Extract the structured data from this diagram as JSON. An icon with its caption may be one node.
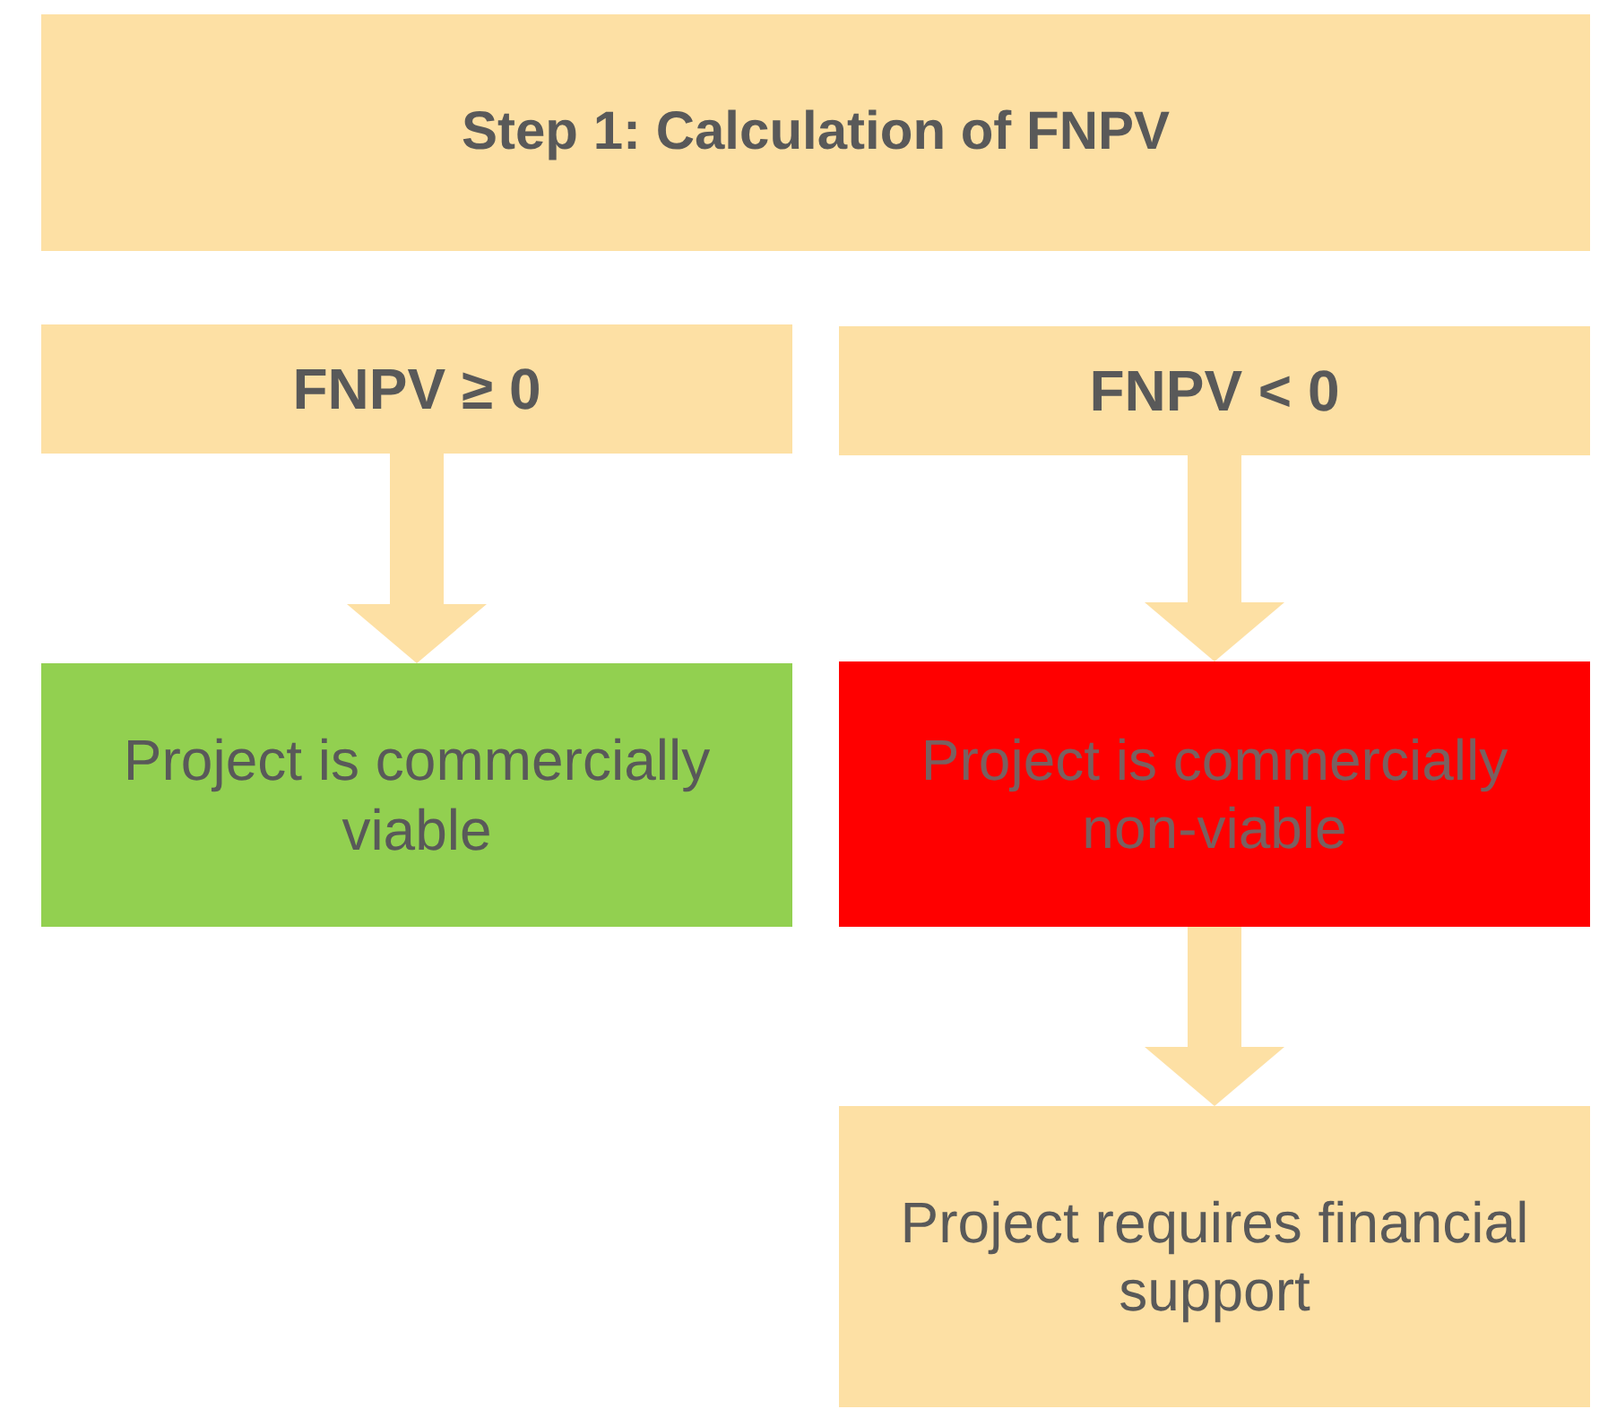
{
  "diagram": {
    "nodes": [
      {
        "text": [
          "Step 1: Calculation of FNPV"
        ]
      },
      {
        "text": [
          "FNPV ≥ 0"
        ]
      },
      {
        "text": [
          "FNPV < 0"
        ]
      },
      {
        "text": [
          "Project is commercially viable"
        ]
      },
      {
        "text": [
          "Project is commercially non-viable"
        ]
      },
      {
        "text": [
          "Project requires financial support"
        ]
      }
    ],
    "edges": [
      {
        "from": 1,
        "to": 3,
        "arrow": "to"
      },
      {
        "from": 2,
        "to": 4,
        "arrow": "to"
      },
      {
        "from": 4,
        "to": 5,
        "arrow": "to"
      }
    ]
  }
}
